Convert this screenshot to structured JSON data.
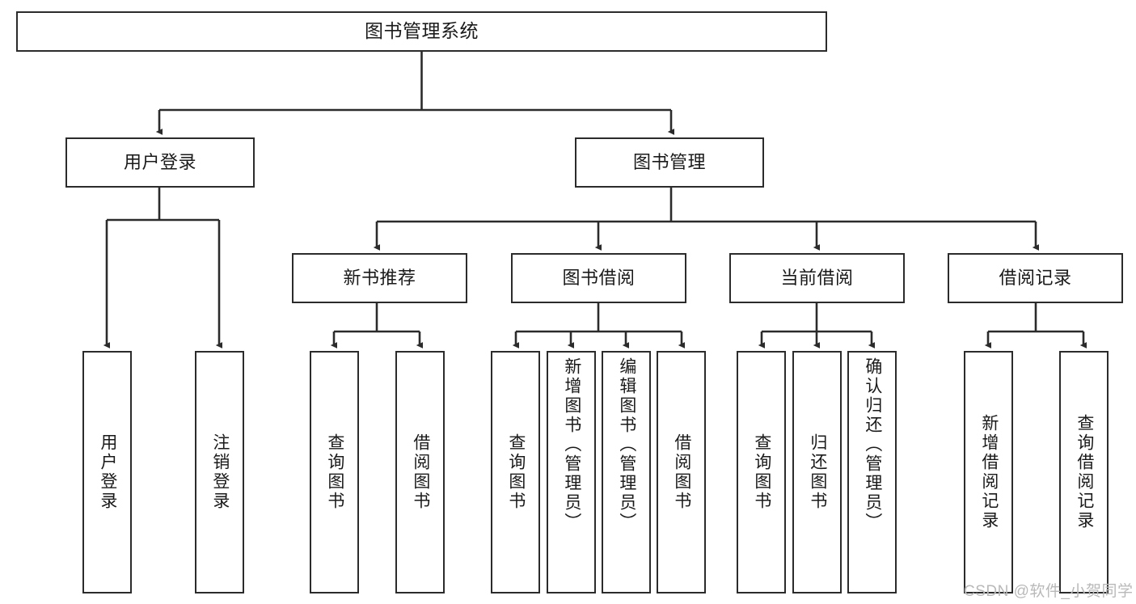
{
  "diagram": {
    "title": "图书管理系统",
    "type": "functional-structure-tree",
    "levels": 4,
    "colors": {
      "stroke": "#2b2b2b",
      "fill": "#ffffff",
      "text": "#1a1a1a",
      "watermark": "#b9b9b9"
    },
    "root": {
      "label": "图书管理系统"
    },
    "level2": [
      {
        "label": "用户登录"
      },
      {
        "label": "图书管理"
      }
    ],
    "level3": [
      {
        "label": "新书推荐"
      },
      {
        "label": "图书借阅"
      },
      {
        "label": "当前借阅"
      },
      {
        "label": "借阅记录"
      }
    ],
    "leaves": {
      "user_login": [
        {
          "label": "用户登录"
        },
        {
          "label": "注销登录"
        }
      ],
      "new_book_recommend": [
        {
          "label": "查询图书"
        },
        {
          "label": "借阅图书"
        }
      ],
      "book_borrow": [
        {
          "label": "查询图书"
        },
        {
          "label": "新增图书（管理员）"
        },
        {
          "label": "编辑图书（管理员）"
        },
        {
          "label": "借阅图书"
        }
      ],
      "current_borrow": [
        {
          "label": "查询图书"
        },
        {
          "label": "归还图书"
        },
        {
          "label": "确认归还（管理员）"
        }
      ],
      "borrow_record": [
        {
          "label": "新增借阅记录"
        },
        {
          "label": "查询借阅记录"
        }
      ]
    }
  },
  "watermark": {
    "text": "CSDN @软件_小贺同学"
  }
}
